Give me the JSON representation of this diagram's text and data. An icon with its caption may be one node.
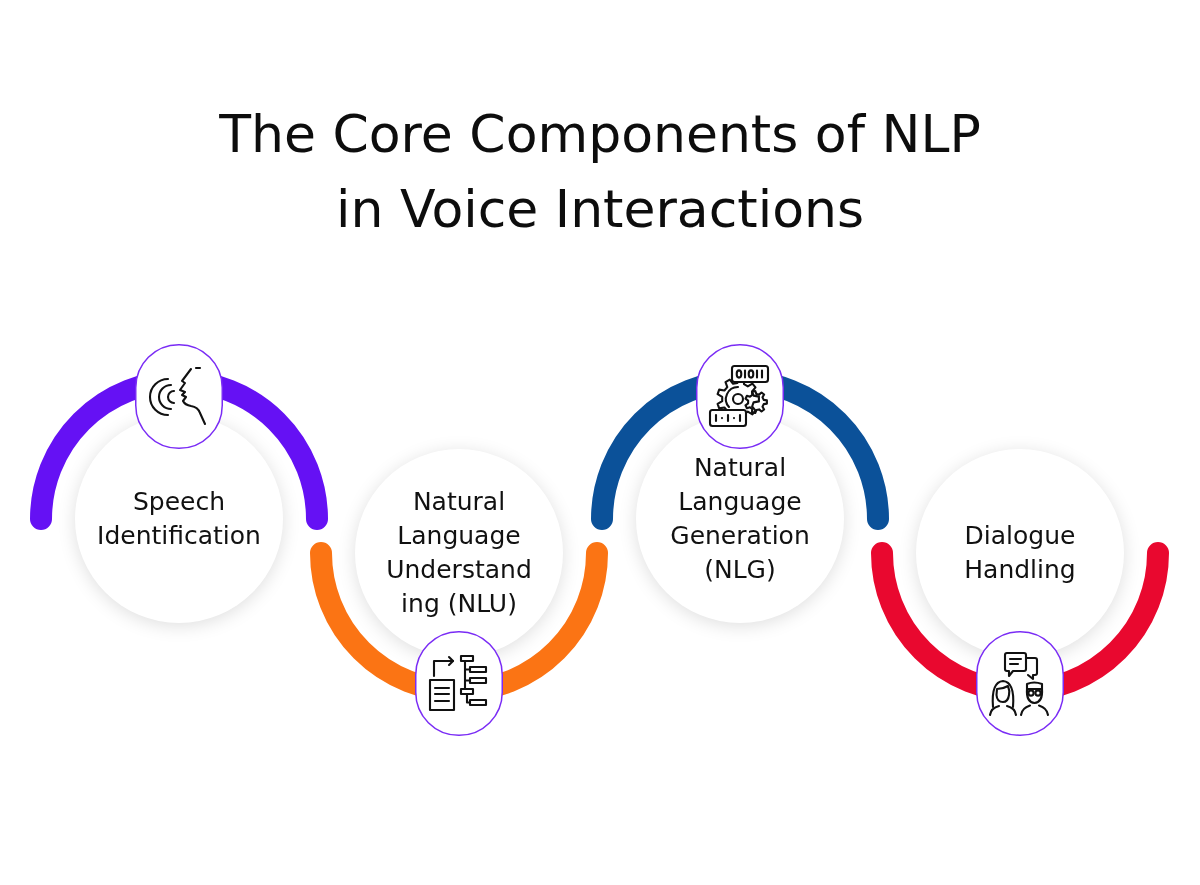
{
  "diagram": {
    "title": "The Core Components of NLP in Voice Interactions",
    "nodes": [
      {
        "text": [
          "Speech Identification"
        ]
      },
      {
        "text": [
          "Natural Language Understand ing (NLU)"
        ]
      },
      {
        "text": [
          "Natural Language Generation (NLG)"
        ]
      },
      {
        "text": [
          "Dialogue Handling"
        ]
      }
    ]
  }
}
